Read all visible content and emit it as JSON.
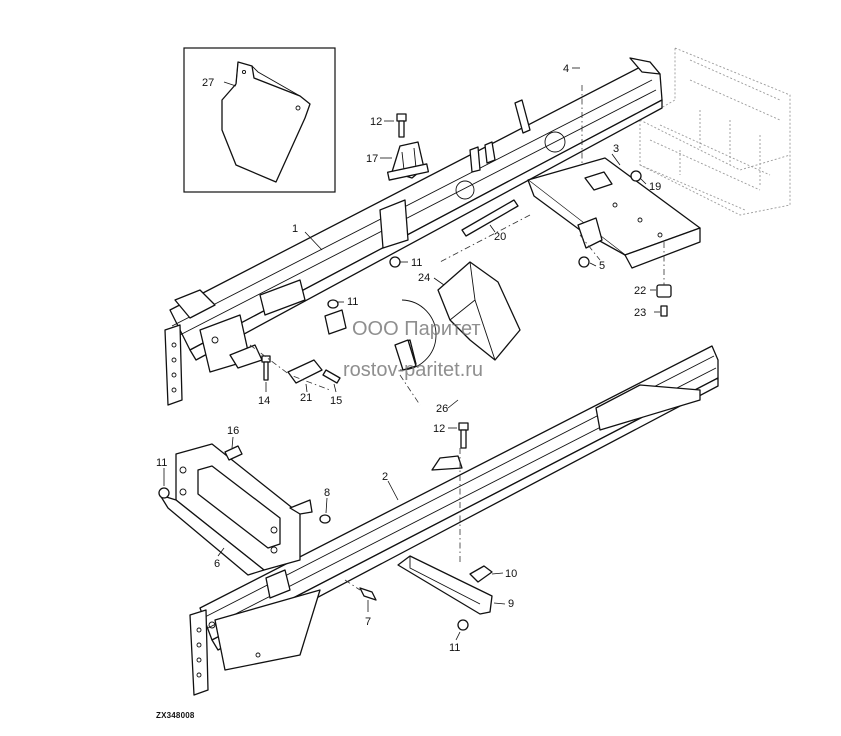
{
  "figure_code": "ZX348008",
  "watermark": {
    "line1": "ООО Паритет",
    "line2": "rostov-paritet.ru"
  },
  "callouts": [
    {
      "id": "c1",
      "label": "1"
    },
    {
      "id": "c2",
      "label": "2"
    },
    {
      "id": "c3",
      "label": "3"
    },
    {
      "id": "c4",
      "label": "4"
    },
    {
      "id": "c5",
      "label": "5"
    },
    {
      "id": "c6",
      "label": "6"
    },
    {
      "id": "c7",
      "label": "7"
    },
    {
      "id": "c8",
      "label": "8"
    },
    {
      "id": "c9",
      "label": "9"
    },
    {
      "id": "c10",
      "label": "10"
    },
    {
      "id": "c11a",
      "label": "11"
    },
    {
      "id": "c11b",
      "label": "11"
    },
    {
      "id": "c11c",
      "label": "11"
    },
    {
      "id": "c11d",
      "label": "11"
    },
    {
      "id": "c12a",
      "label": "12"
    },
    {
      "id": "c12b",
      "label": "12"
    },
    {
      "id": "c14",
      "label": "14"
    },
    {
      "id": "c15",
      "label": "15"
    },
    {
      "id": "c16",
      "label": "16"
    },
    {
      "id": "c17",
      "label": "17"
    },
    {
      "id": "c19",
      "label": "19"
    },
    {
      "id": "c20",
      "label": "20"
    },
    {
      "id": "c21",
      "label": "21"
    },
    {
      "id": "c22",
      "label": "22"
    },
    {
      "id": "c23",
      "label": "23"
    },
    {
      "id": "c24",
      "label": "24"
    },
    {
      "id": "c26",
      "label": "26"
    },
    {
      "id": "c27",
      "label": "27"
    }
  ]
}
